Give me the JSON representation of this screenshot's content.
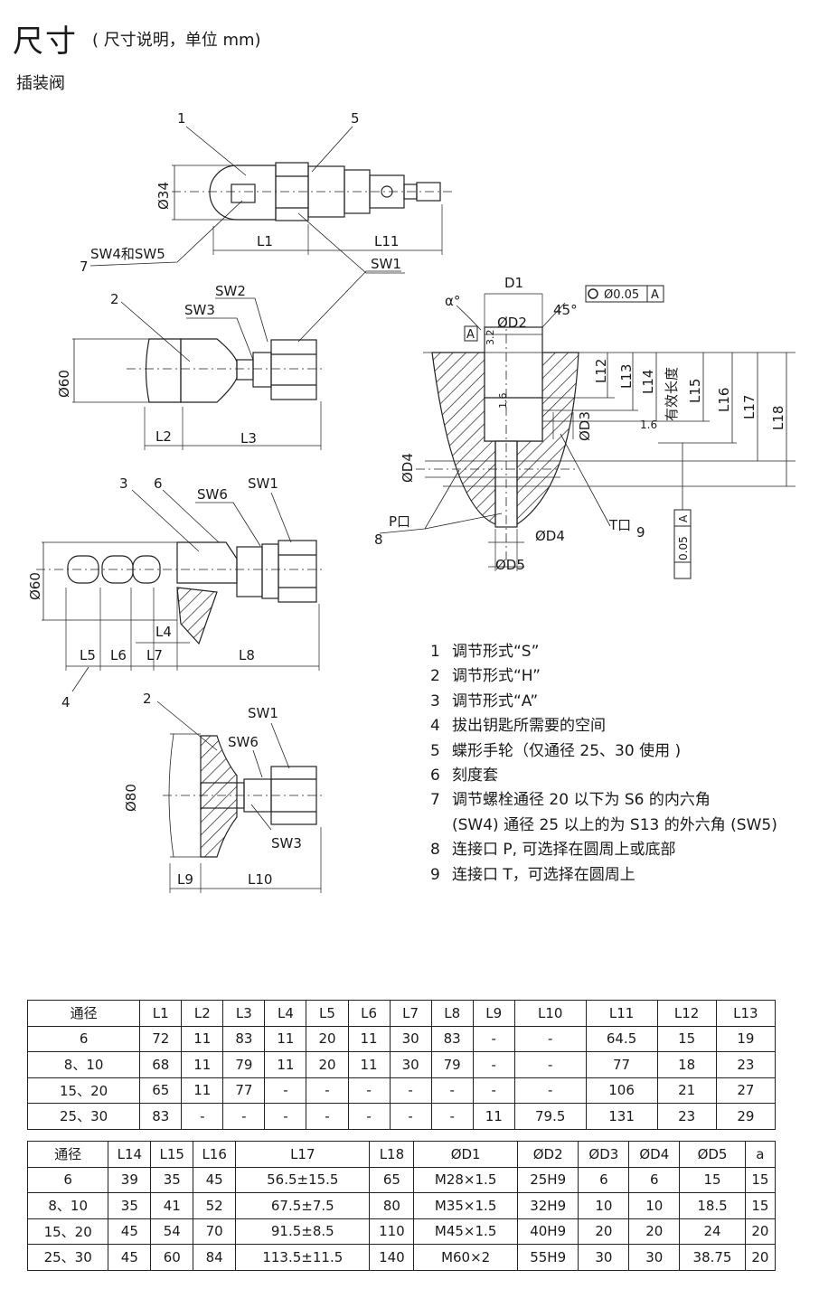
{
  "header": {
    "title": "尺寸",
    "subtitle": "( 尺寸说明，单位 mm)",
    "section": "插装阀"
  },
  "drawing_labels": {
    "n1": "1",
    "n2a": "2",
    "n2b": "2",
    "n3": "3",
    "n4": "4",
    "n5": "5",
    "n6": "6",
    "n7": "7",
    "n8": "8",
    "n9": "9",
    "d34": "Ø34",
    "d60a": "Ø60",
    "d60b": "Ø60",
    "d80": "Ø80",
    "L1": "L1",
    "L11": "L11",
    "L2": "L2",
    "L3": "L3",
    "L4": "L4",
    "L5": "L5",
    "L6": "L6",
    "L7": "L7",
    "L8": "L8",
    "L9": "L9",
    "L10": "L10",
    "L12": "L12",
    "L13": "L13",
    "L14": "L14",
    "L15": "L15",
    "L16": "L16",
    "L17": "L17",
    "L18": "L18",
    "sw45": "SW4和SW5",
    "sw1a": "SW1",
    "sw1b": "SW1",
    "sw1c": "SW1",
    "sw2": "SW2",
    "sw3a": "SW3",
    "sw3b": "SW3",
    "sw6a": "SW6",
    "sw6b": "SW6",
    "D1": "D1",
    "D2": "ØD2",
    "D3": "ØD3",
    "D4a": "ØD4",
    "D4b": "ØD4",
    "D5": "ØD5",
    "alpha": "α°",
    "a45": "45°",
    "tol": "Ø0.05",
    "datumA": "A",
    "datumA2": "A",
    "datumA3": "A",
    "perp": "0.05",
    "r16a": "1.6",
    "r16b": "1.6",
    "r32": "3.2",
    "effective": "有效长度",
    "portP": "P口",
    "portT": "T口"
  },
  "legend": [
    {
      "num": "1",
      "text": "调节形式“S”"
    },
    {
      "num": "2",
      "text": "调节形式“H”"
    },
    {
      "num": "3",
      "text": "调节形式“A”"
    },
    {
      "num": "4",
      "text": "拔出钥匙所需要的空间"
    },
    {
      "num": "5",
      "text": "蝶形手轮（仅通径 25、30 使用 )"
    },
    {
      "num": "6",
      "text": "刻度套"
    },
    {
      "num": "7",
      "text": "调节螺栓通径 20 以下为 S6 的内六角"
    },
    {
      "num": "",
      "text": "(SW4) 通径 25 以上的为 S13 的外六角 (SW5)"
    },
    {
      "num": "8",
      "text": "连接口 P, 可选择在圆周上或底部"
    },
    {
      "num": "9",
      "text": "连接口 T，可选择在圆周上"
    }
  ],
  "table1": {
    "headers": [
      "通径",
      "L1",
      "L2",
      "L3",
      "L4",
      "L5",
      "L6",
      "L7",
      "L8",
      "L9",
      "L10",
      "L11",
      "L12",
      "L13"
    ],
    "rows": [
      [
        "6",
        "72",
        "11",
        "83",
        "11",
        "20",
        "11",
        "30",
        "83",
        "-",
        "-",
        "64.5",
        "15",
        "19"
      ],
      [
        "8、10",
        "68",
        "11",
        "79",
        "11",
        "20",
        "11",
        "30",
        "79",
        "-",
        "-",
        "77",
        "18",
        "23"
      ],
      [
        "15、20",
        "65",
        "11",
        "77",
        "-",
        "-",
        "-",
        "-",
        "-",
        "-",
        "-",
        "106",
        "21",
        "27"
      ],
      [
        "25、30",
        "83",
        "-",
        "-",
        "-",
        "-",
        "-",
        "-",
        "-",
        "11",
        "79.5",
        "131",
        "23",
        "29"
      ]
    ]
  },
  "table2": {
    "headers": [
      "通径",
      "L14",
      "L15",
      "L16",
      "L17",
      "L18",
      "ØD1",
      "ØD2",
      "ØD3",
      "ØD4",
      "ØD5",
      "a"
    ],
    "rows": [
      [
        "6",
        "39",
        "35",
        "45",
        "56.5±15.5",
        "65",
        "M28×1.5",
        "25H9",
        "6",
        "6",
        "15",
        "15"
      ],
      [
        "8、10",
        "35",
        "41",
        "52",
        "67.5±7.5",
        "80",
        "M35×1.5",
        "32H9",
        "10",
        "10",
        "18.5",
        "15"
      ],
      [
        "15、20",
        "45",
        "54",
        "70",
        "91.5±8.5",
        "110",
        "M45×1.5",
        "40H9",
        "20",
        "20",
        "24",
        "20"
      ],
      [
        "25、30",
        "45",
        "60",
        "84",
        "113.5±11.5",
        "140",
        "M60×2",
        "55H9",
        "30",
        "30",
        "38.75",
        "20"
      ]
    ]
  }
}
